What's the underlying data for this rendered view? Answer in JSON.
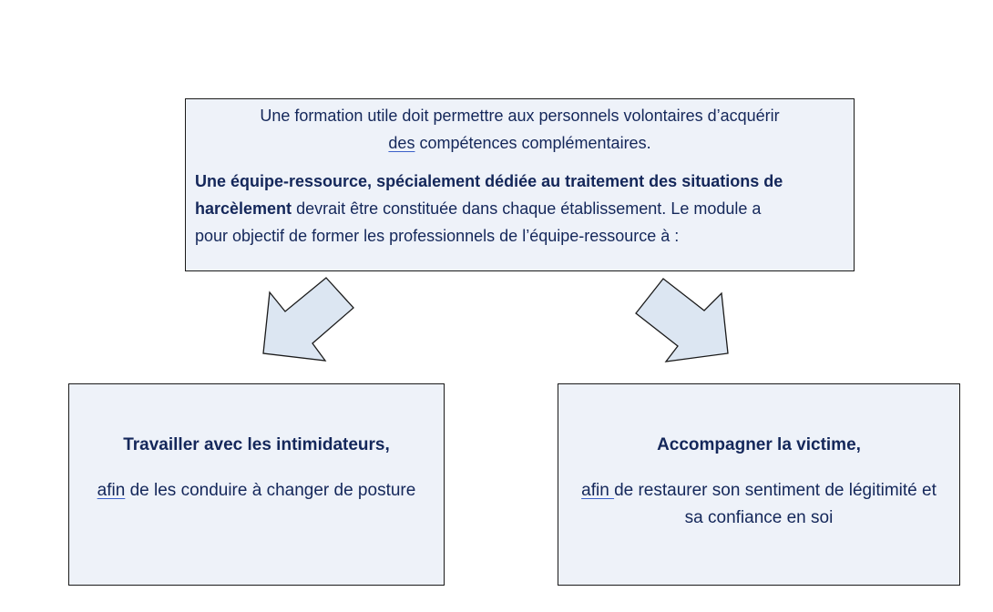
{
  "top_box": {
    "intro_line1": "Une formation utile doit permettre aux personnels volontaires d’acquérir",
    "intro_line2_underlined": "des",
    "intro_line2_rest": " compétences complémentaires.",
    "main_bold_line1": "Une équipe-ressource, spécialement dédiée au traitement des situations de",
    "main_bold_line2": "harcèlement",
    "main_rest_line2": " devrait être constituée dans chaque établissement. Le module a",
    "main_line3": "pour objectif de former les professionnels de l’équipe-ressource à :"
  },
  "left_box": {
    "title": "Travailler avec les intimidateurs,",
    "desc_underlined": "afin",
    "desc_rest": " de les conduire à changer de posture"
  },
  "right_box": {
    "title": "Accompagner la victime,",
    "desc_underlined": "afin ",
    "desc_rest": "de restaurer son sentiment de légitimité et sa confiance en soi"
  },
  "colors": {
    "text": "#14275a",
    "box_fill": "#eef2f9",
    "box_border": "#1a1a1a",
    "arrow_fill": "#dce6f2",
    "underline": "#3a5fc9"
  }
}
